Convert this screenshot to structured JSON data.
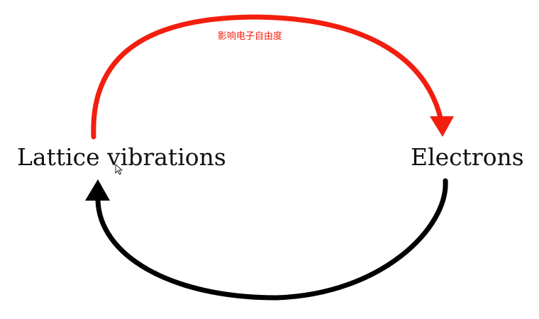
{
  "diagram": {
    "nodes": [
      {
        "id": "lattice",
        "label": "Lattice vibrations"
      },
      {
        "id": "electrons",
        "label": "Electrons"
      }
    ],
    "edges": [
      {
        "from": "lattice",
        "to": "electrons",
        "color": "#f21e0e",
        "label": "影响电子自由度"
      },
      {
        "from": "electrons",
        "to": "lattice",
        "color": "#000000"
      }
    ]
  }
}
